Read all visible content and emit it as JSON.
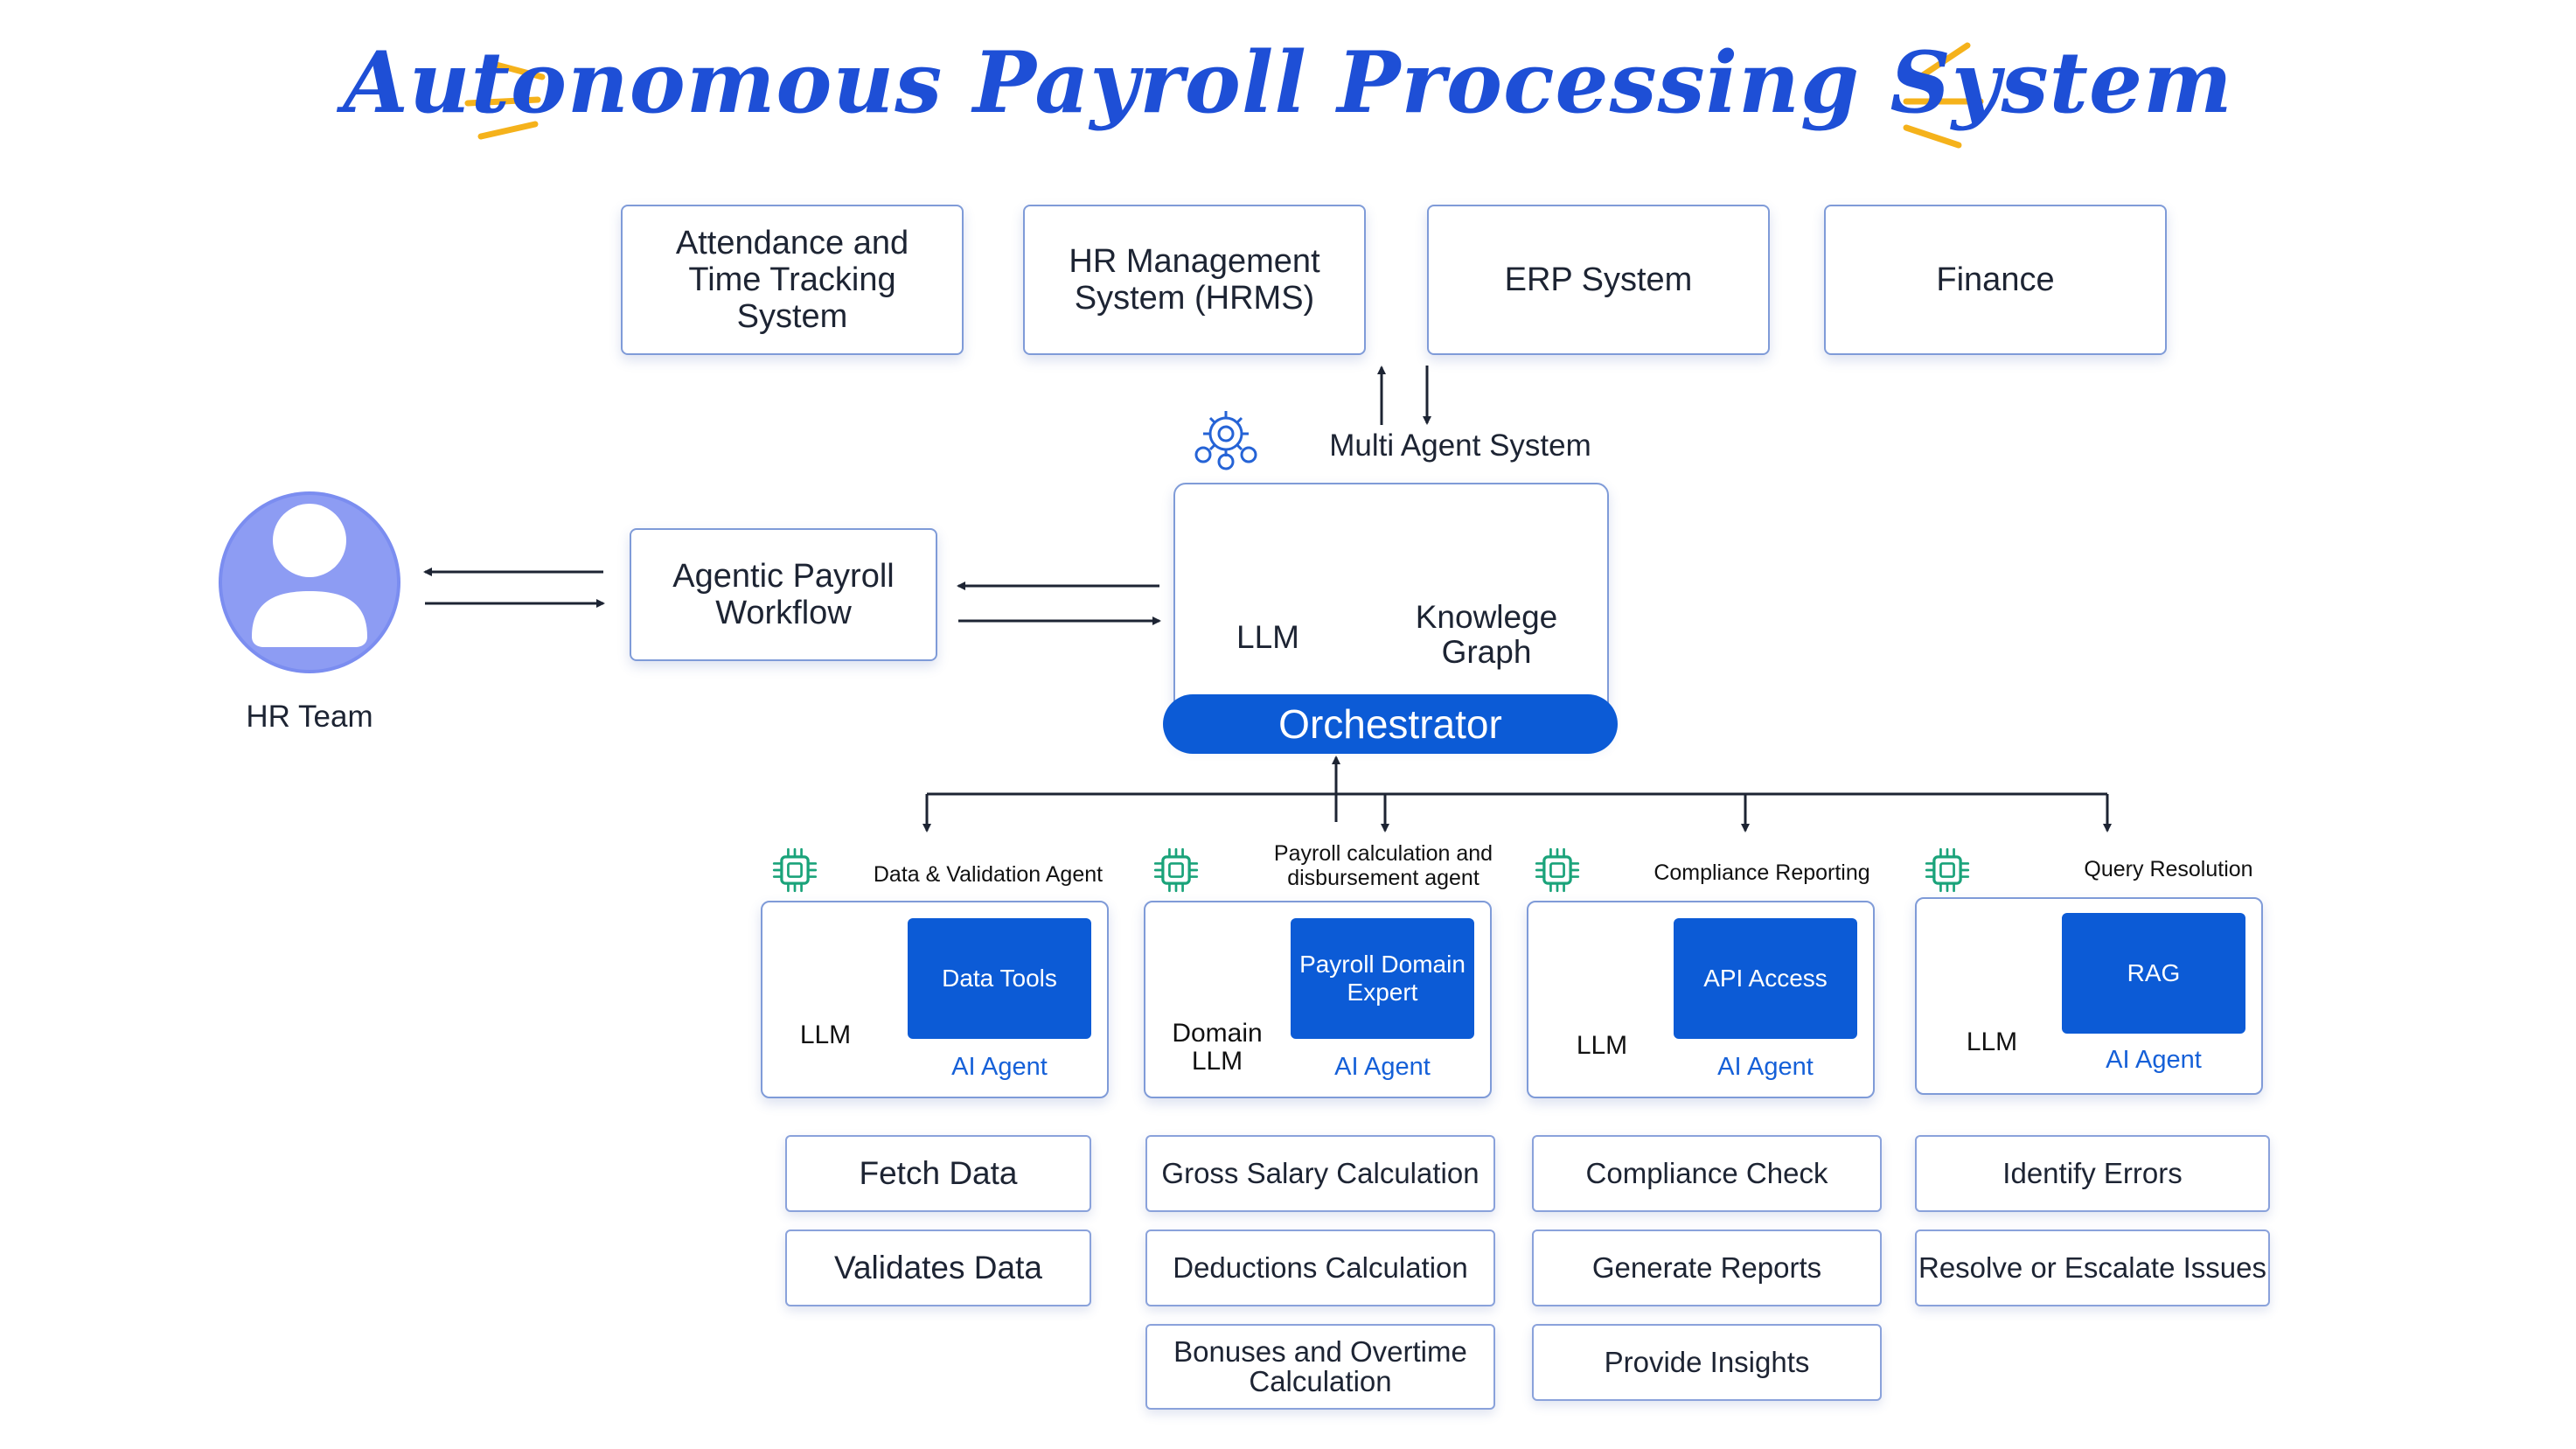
{
  "title": "Autonomous Payroll Processing System",
  "colors": {
    "accent_blue": "#0c5bd6",
    "title_blue": "#1e4fd6",
    "spark_yellow": "#f5b21b",
    "border_blue": "#7f9bd8",
    "avatar_purple": "#7b8df0"
  },
  "top_systems": [
    "Attendance and Time Tracking System",
    "HR Management System (HRMS)",
    "ERP System",
    "Finance"
  ],
  "multi_agent_label": "Multi Agent System",
  "hr_team_label": "HR Team",
  "workflow_label": "Agentic Payroll Workflow",
  "orchestrator": {
    "llm_label": "LLM",
    "kg_label": "Knowlege Graph",
    "name": "Orchestrator"
  },
  "agents": [
    {
      "title": "Data & Validation Agent",
      "llm": "LLM",
      "tool": "Data Tools",
      "ai_label": "AI Agent",
      "tasks": [
        "Fetch Data",
        "Validates Data"
      ]
    },
    {
      "title": "Payroll calculation and disbursement agent",
      "llm": "Domain LLM",
      "tool": "Payroll Domain Expert",
      "ai_label": "AI Agent",
      "tasks": [
        "Gross Salary Calculation",
        "Deductions Calculation",
        "Bonuses and Overtime Calculation"
      ]
    },
    {
      "title": "Compliance Reporting",
      "llm": "LLM",
      "tool": "API Access",
      "ai_label": "AI Agent",
      "tasks": [
        "Compliance Check",
        "Generate Reports",
        "Provide Insights"
      ]
    },
    {
      "title": "Query Resolution",
      "llm": "LLM",
      "tool": "RAG",
      "ai_label": "AI Agent",
      "tasks": [
        "Identify Errors",
        "Resolve or Escalate Issues"
      ]
    }
  ],
  "icons": [
    "spark-icon",
    "user-avatar-icon",
    "gear-network-icon",
    "brain-icon",
    "knowledge-graph-icon",
    "chip-icon"
  ]
}
